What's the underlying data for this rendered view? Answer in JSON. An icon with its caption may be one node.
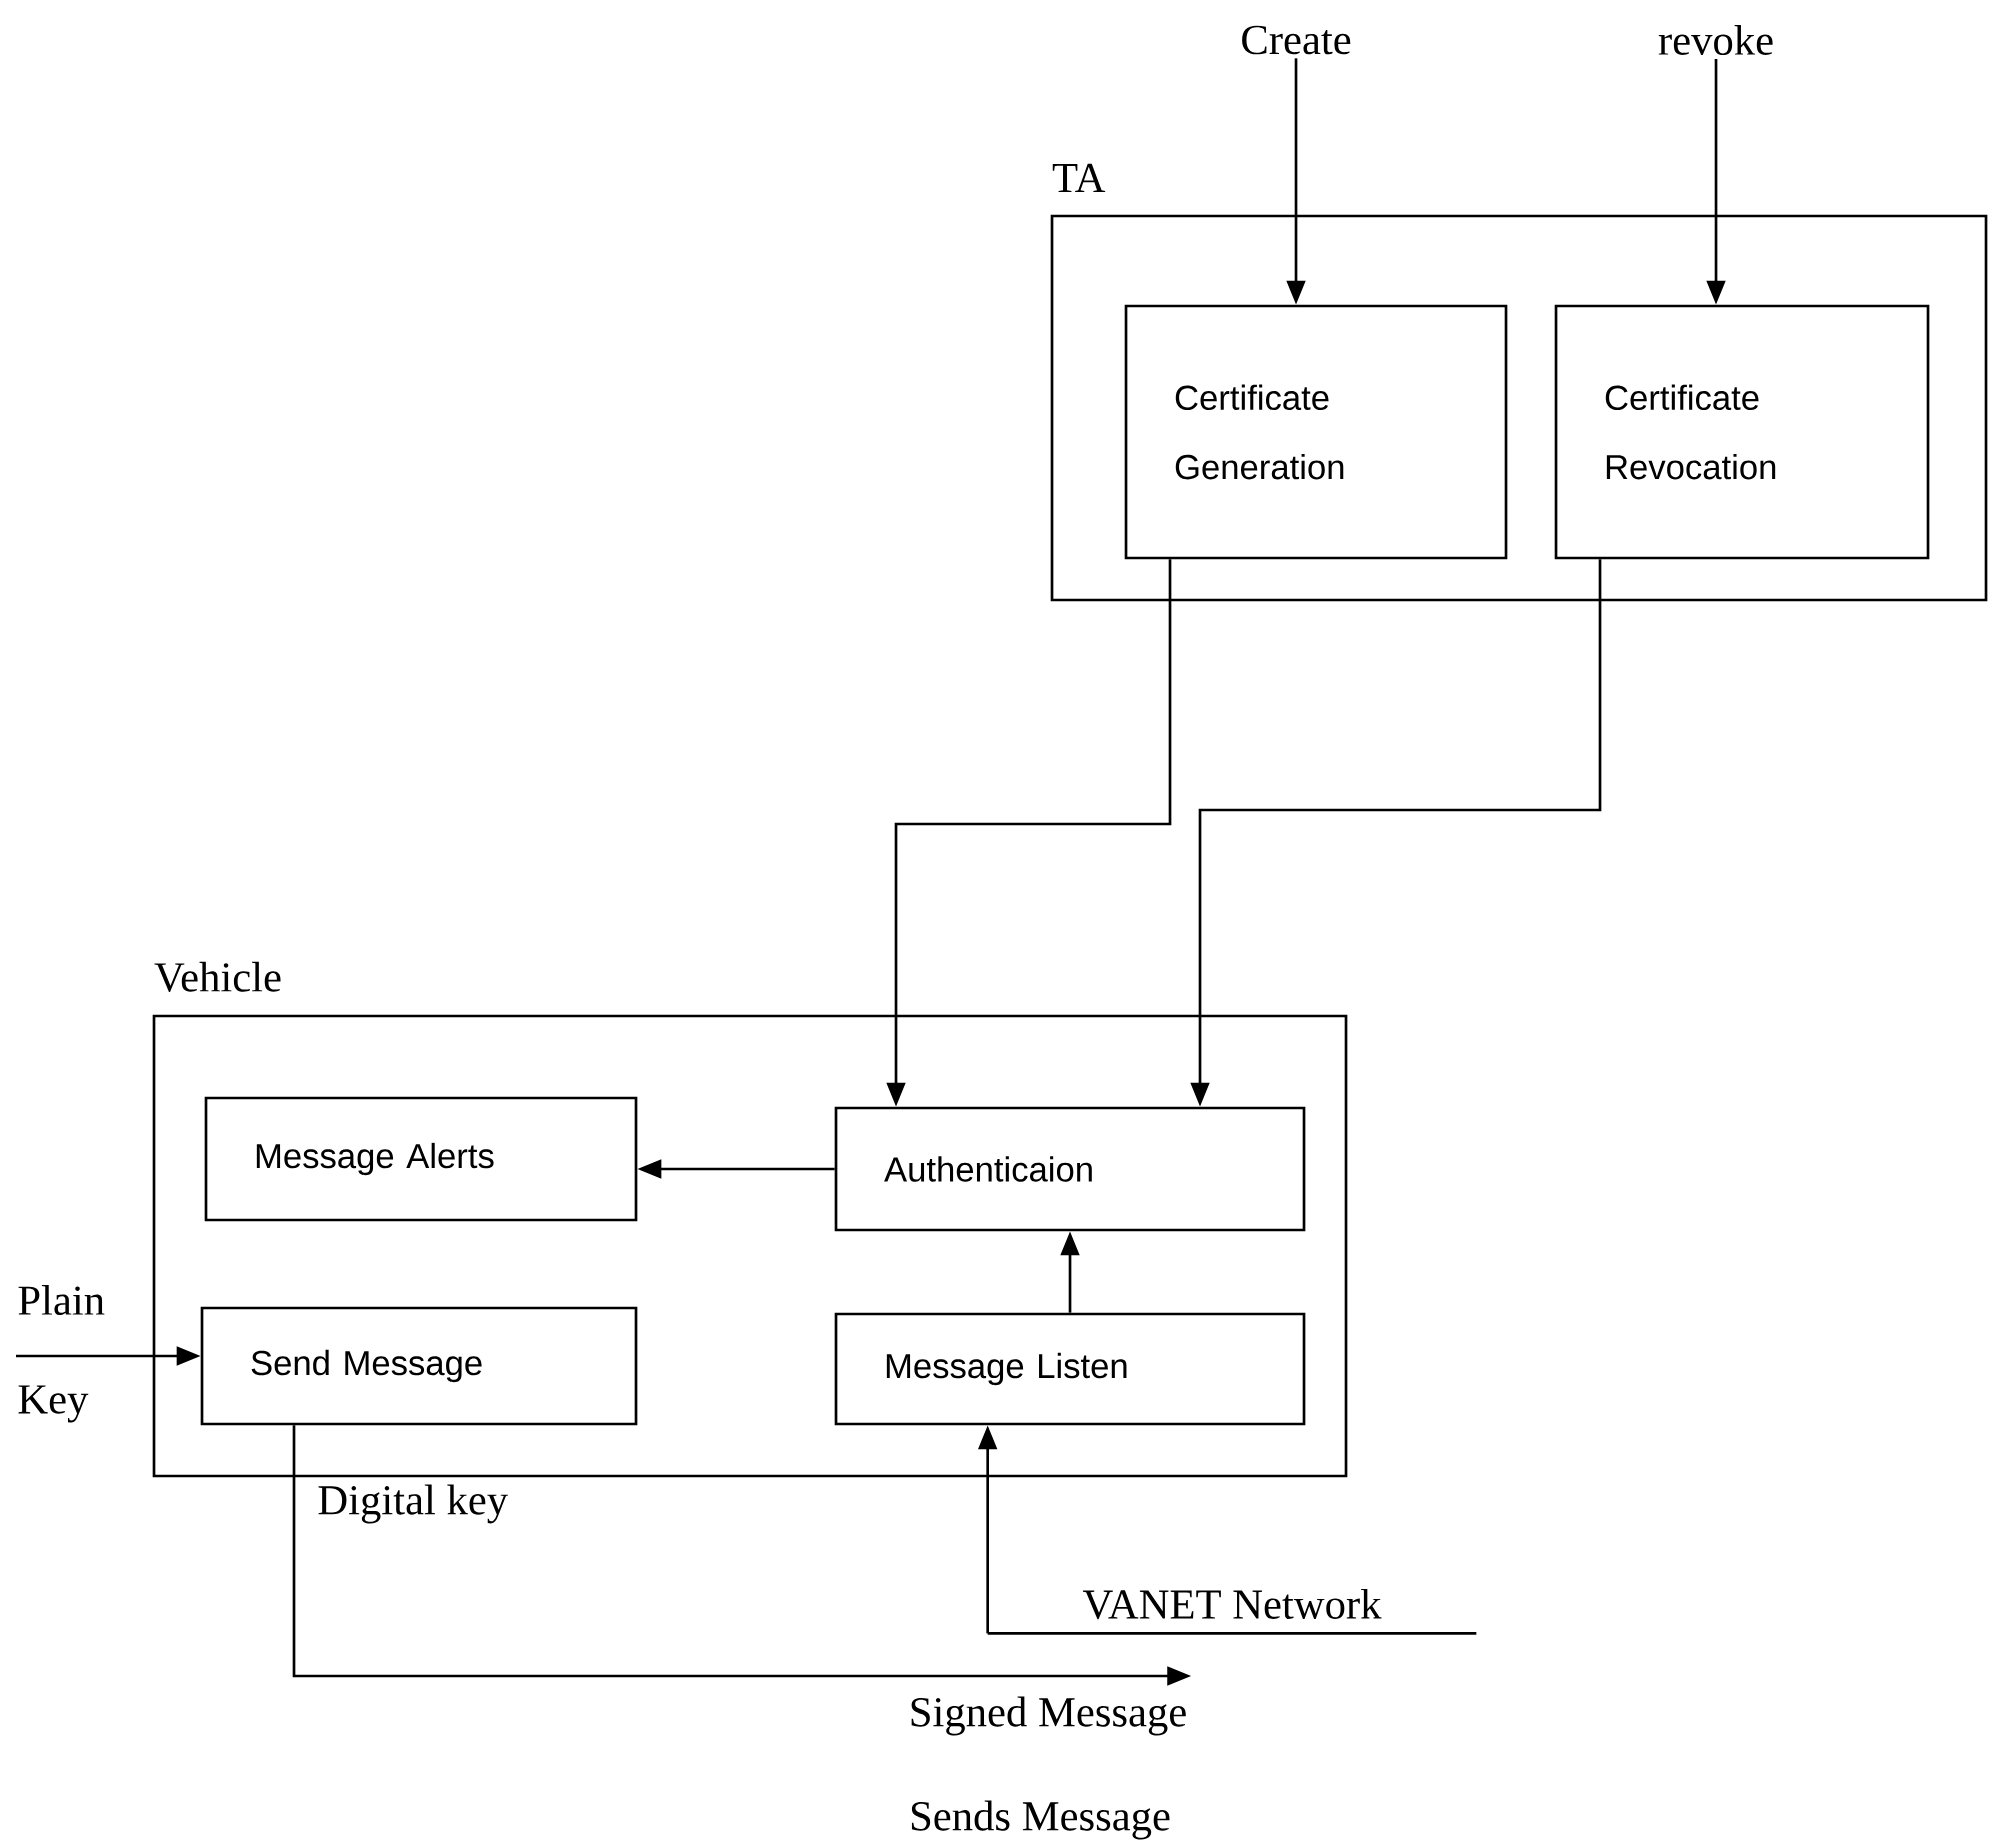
{
  "diagram": {
    "nodes": [
      {
        "text": [
          "TA"
        ]
      },
      {
        "text": [
          "Certificate Generation"
        ],
        "in": 0
      },
      {
        "text": [
          "Certificate Revocation"
        ],
        "in": 0
      },
      {
        "text": [
          "Vehicle"
        ]
      },
      {
        "text": [
          "Message Alerts"
        ],
        "in": 3
      },
      {
        "text": [
          "Authenticaion"
        ],
        "in": 3
      },
      {
        "text": [
          "Send Message"
        ],
        "in": 3
      },
      {
        "text": [
          "Message Listen"
        ],
        "in": 3
      },
      {
        "text": [
          "Create"
        ]
      },
      {
        "text": [
          "revoke"
        ]
      },
      {
        "text": [
          "VANET Network"
        ]
      },
      {
        "text": [
          "Signed Message"
        ]
      }
    ],
    "edges": [
      {
        "from": 8,
        "to": 1,
        "arrow": "to"
      },
      {
        "from": 9,
        "to": 2,
        "arrow": "to"
      },
      {
        "from": 1,
        "to": 5,
        "arrow": "to"
      },
      {
        "from": 2,
        "to": 5,
        "arrow": "to"
      },
      {
        "from": 5,
        "to": 4,
        "arrow": "to"
      },
      {
        "from": 7,
        "to": 5,
        "arrow": "to"
      },
      {
        "from": null,
        "to": 6,
        "arrow": "to"
      },
      {
        "from": 6,
        "to": 11,
        "arrow": "to"
      },
      {
        "from": 10,
        "to": 7,
        "arrow": "to"
      }
    ],
    "labels": [
      "Plain",
      "Key",
      "Digital key",
      "Sends Message"
    ]
  }
}
